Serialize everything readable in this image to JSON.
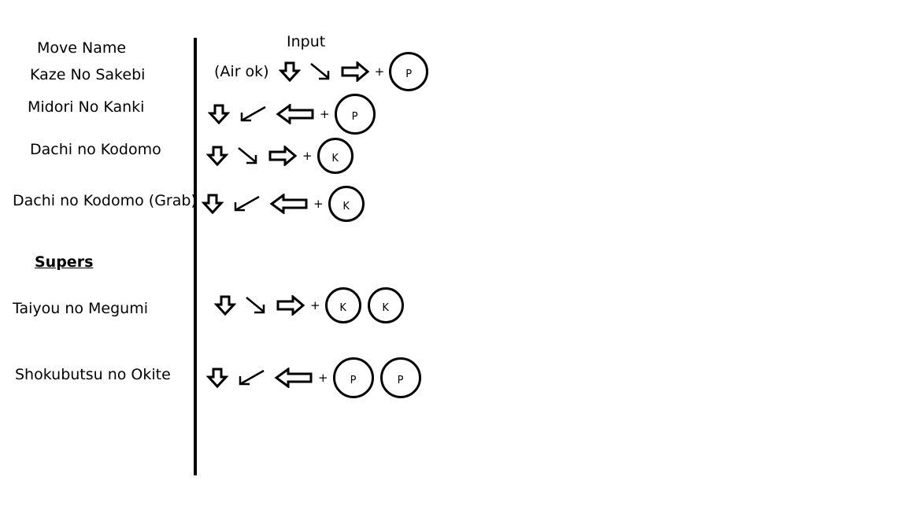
{
  "headers": {
    "move_name": "Move Name",
    "input": "Input"
  },
  "supers_label": "Supers",
  "moves": [
    {
      "name": "Kaze No Sakebi",
      "note": "(Air ok)",
      "motion": [
        "down",
        "down-forward",
        "forward"
      ],
      "buttons": [
        "P"
      ]
    },
    {
      "name": "Midori No Kanki",
      "note": "",
      "motion": [
        "down",
        "down-back",
        "back"
      ],
      "buttons": [
        "P"
      ]
    },
    {
      "name": "Dachi no Kodomo",
      "note": "",
      "motion": [
        "down",
        "down-forward",
        "forward"
      ],
      "buttons": [
        "K"
      ]
    },
    {
      "name": "Dachi no Kodomo (Grab)",
      "note": "",
      "motion": [
        "down",
        "down-back",
        "back"
      ],
      "buttons": [
        "K"
      ]
    },
    {
      "name": "Taiyou no Megumi",
      "note": "",
      "motion": [
        "down",
        "down-forward",
        "forward"
      ],
      "buttons": [
        "K",
        "K"
      ]
    },
    {
      "name": "Shokubutsu no Okite",
      "note": "",
      "motion": [
        "down",
        "down-back",
        "back"
      ],
      "buttons": [
        "P",
        "P"
      ]
    }
  ],
  "plus_sign": "+",
  "icons": {
    "down": "down-arrow-icon",
    "down-forward": "down-right-arrow-icon",
    "down-back": "down-left-arrow-icon",
    "forward": "right-arrow-icon",
    "back": "left-arrow-icon"
  }
}
